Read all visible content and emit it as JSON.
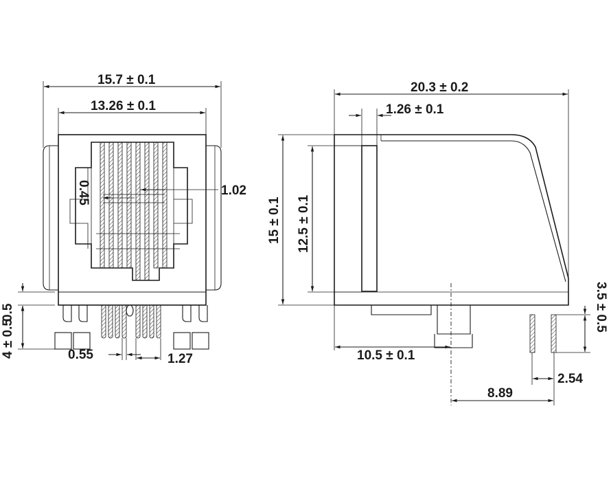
{
  "front_view": {
    "overall_width": "15.7 ± 0.1",
    "inner_width": "13.26 ± 0.1",
    "contact_pitch_label": "1.02",
    "contact_width_label": "0.45",
    "standoff_label": "0.5",
    "pin_length_label": "4 ± 0.5",
    "pin_width_label": "0.55",
    "pin_pitch_label": "1.27"
  },
  "side_view": {
    "overall_depth": "20.3 ± 0.2",
    "wall_thickness": "1.26 ± 0.1",
    "overall_height": "15 ± 0.1",
    "opening_height": "12.5 ± 0.1",
    "front_to_post": "10.5 ± 0.1",
    "pin_length": "3.5 ± 0.5",
    "pin_pitch": "2.54",
    "post_to_pin": "8.89"
  }
}
